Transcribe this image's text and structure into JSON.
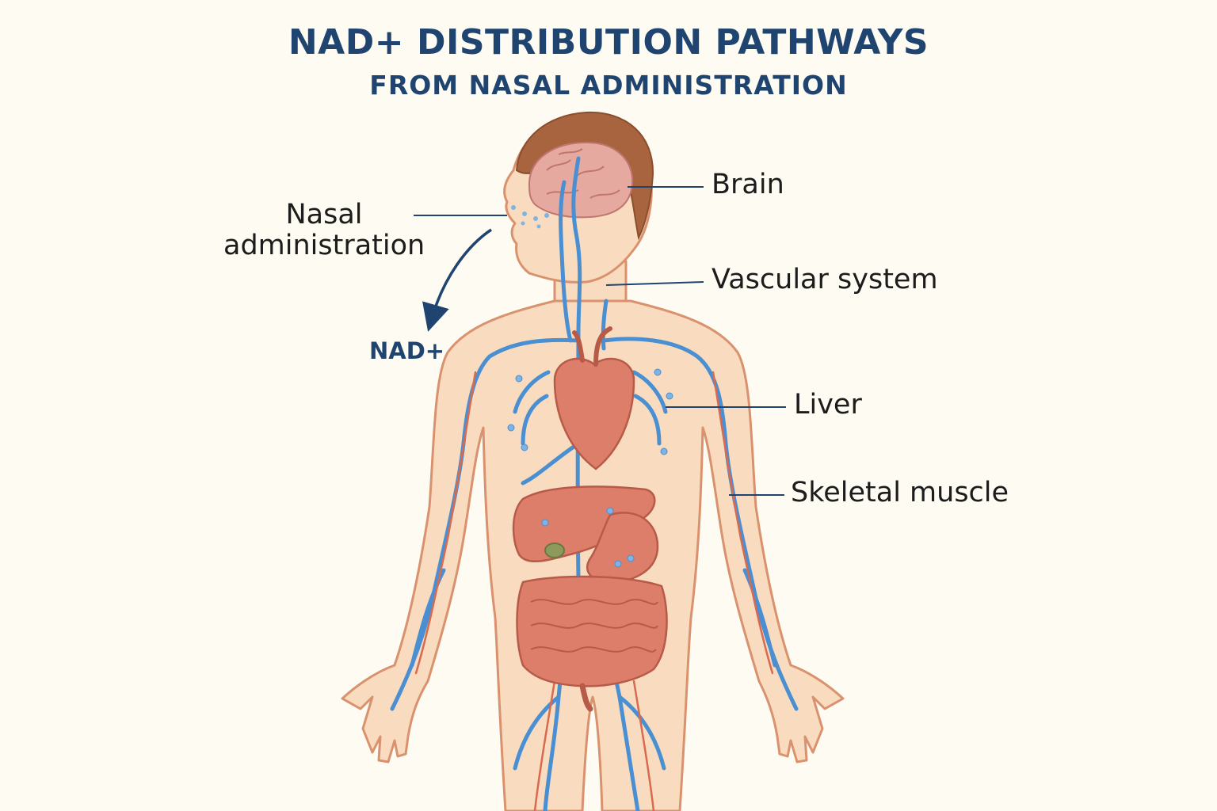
{
  "title": "NAD+ DISTRIBUTION PATHWAYS",
  "subtitle": "FROM NASAL ADMINISTRATION",
  "labels": {
    "nasal": "Nasal administration",
    "nad": "NAD+",
    "brain": "Brain",
    "vascular": "Vascular system",
    "liver": "Liver",
    "muscle": "Skeletal muscle"
  },
  "colors": {
    "background": "#fdfbf2",
    "title": "#1f4470",
    "skin": "#f9dcc0",
    "skin_outline": "#d9926d",
    "hair": "#a8643e",
    "vessel": "#4a8fd1",
    "artery": "#d96a4f",
    "organ": "#dc7e6a",
    "leader_line": "#1f4470"
  }
}
